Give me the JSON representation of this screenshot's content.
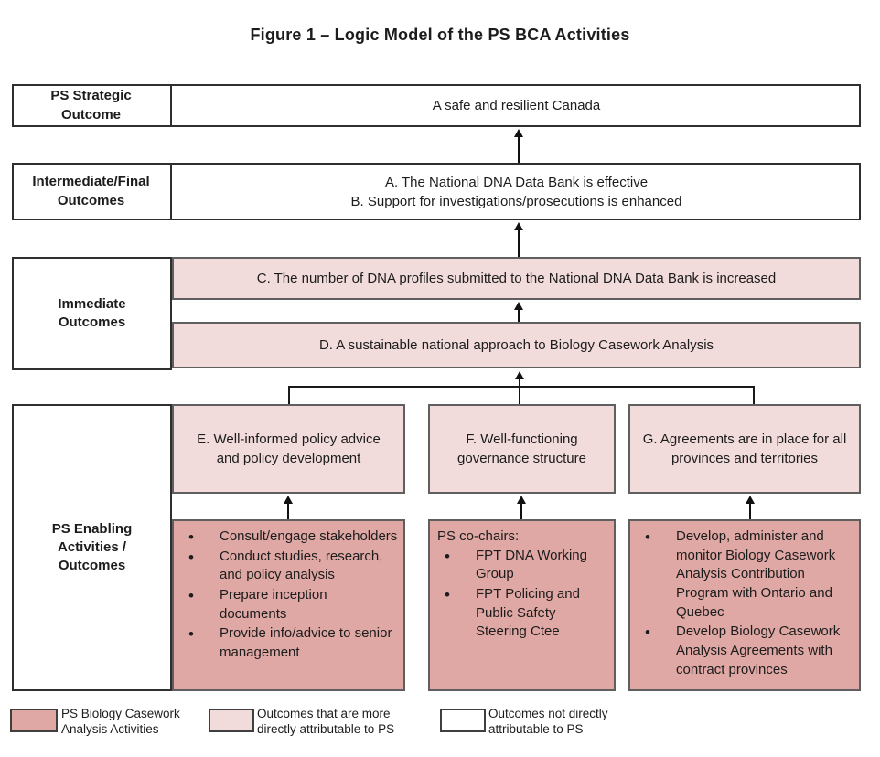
{
  "title": "Figure 1 – Logic Model of the PS BCA Activities",
  "colors": {
    "dark_pink": "#dfa8a4",
    "light_pink": "#f2dcdb",
    "white_box": "#ffffff",
    "line": "#111111"
  },
  "strategic": {
    "label": "PS Strategic Outcome",
    "content": "A safe and resilient Canada"
  },
  "intermediate": {
    "label": "Intermediate/Final Outcomes",
    "line_a": "A. The National DNA Data Bank is effective",
    "line_b": "B. Support for investigations/prosecutions is enhanced"
  },
  "immediate": {
    "label": "Immediate Outcomes",
    "box_c": "C. The number of DNA profiles submitted to the National DNA Data Bank is increased",
    "box_d": "D. A sustainable national approach to Biology Casework Analysis"
  },
  "enabling": {
    "label": "PS Enabling Activities / Outcomes",
    "outcome_e": "E. Well-informed policy advice and policy development",
    "outcome_f": "F. Well-functioning governance structure",
    "outcome_g": "G. Agreements are in place for all provinces and territories",
    "activities_e": {
      "bullets": [
        "Consult/engage stakeholders",
        "Conduct studies, research, and policy analysis",
        "Prepare inception documents",
        "Provide info/advice to senior management"
      ]
    },
    "activities_f": {
      "intro": "PS co-chairs:",
      "bullets": [
        "FPT DNA Working Group",
        "FPT Policing and Public Safety Steering Ctee"
      ]
    },
    "activities_g": {
      "bullets": [
        "Develop, administer and monitor Biology Casework Analysis Contribution Program with Ontario and Quebec",
        "Develop Biology Casework Analysis Agreements with contract provinces"
      ]
    }
  },
  "legend": {
    "items": [
      {
        "name": "dark-pink",
        "label": "PS Biology Casework Analysis Activities"
      },
      {
        "name": "light-pink",
        "label": "Outcomes that are more directly attributable to PS"
      },
      {
        "name": "white",
        "label": "Outcomes not directly attributable to PS"
      }
    ]
  }
}
